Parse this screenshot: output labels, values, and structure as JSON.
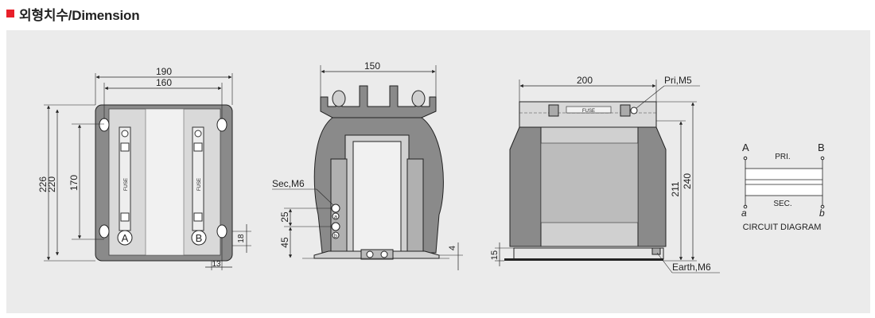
{
  "header": {
    "title": "외형치수/Dimension",
    "accent_color": "#e8202a"
  },
  "colors": {
    "panel_bg": "#ebebeb",
    "body_dark": "#8a8a8a",
    "body_mid": "#d0d0d0",
    "body_light": "#f1f1f1",
    "line": "#222222"
  },
  "front_view": {
    "dim_width_outer": "190",
    "dim_width_inner": "160",
    "dim_height_outer": "226",
    "dim_height_mid": "220",
    "dim_height_inner": "170",
    "dim_foot": "18",
    "dim_bottom": "13",
    "fuse_label_left": "FUSE",
    "fuse_label_right": "FUSE",
    "terminal_a": "A",
    "terminal_b": "B"
  },
  "side_view": {
    "dim_width": "150",
    "sec_label": "Sec,M6",
    "dim_25": "25",
    "dim_45": "45",
    "dim_4": "4",
    "term_a": "a",
    "term_b": "b"
  },
  "top_view": {
    "dim_width": "200",
    "pri_label": "Pri,M5",
    "fuse_label": "FUSE",
    "dim_211": "211",
    "dim_240": "240",
    "dim_15": "15",
    "earth_label": "Earth,M6"
  },
  "circuit": {
    "label_a": "A",
    "label_b": "B",
    "label_pri": "PRI.",
    "label_sec": "SEC.",
    "label_a_small": "a",
    "label_b_small": "b",
    "caption": "CIRCUIT DIAGRAM"
  }
}
